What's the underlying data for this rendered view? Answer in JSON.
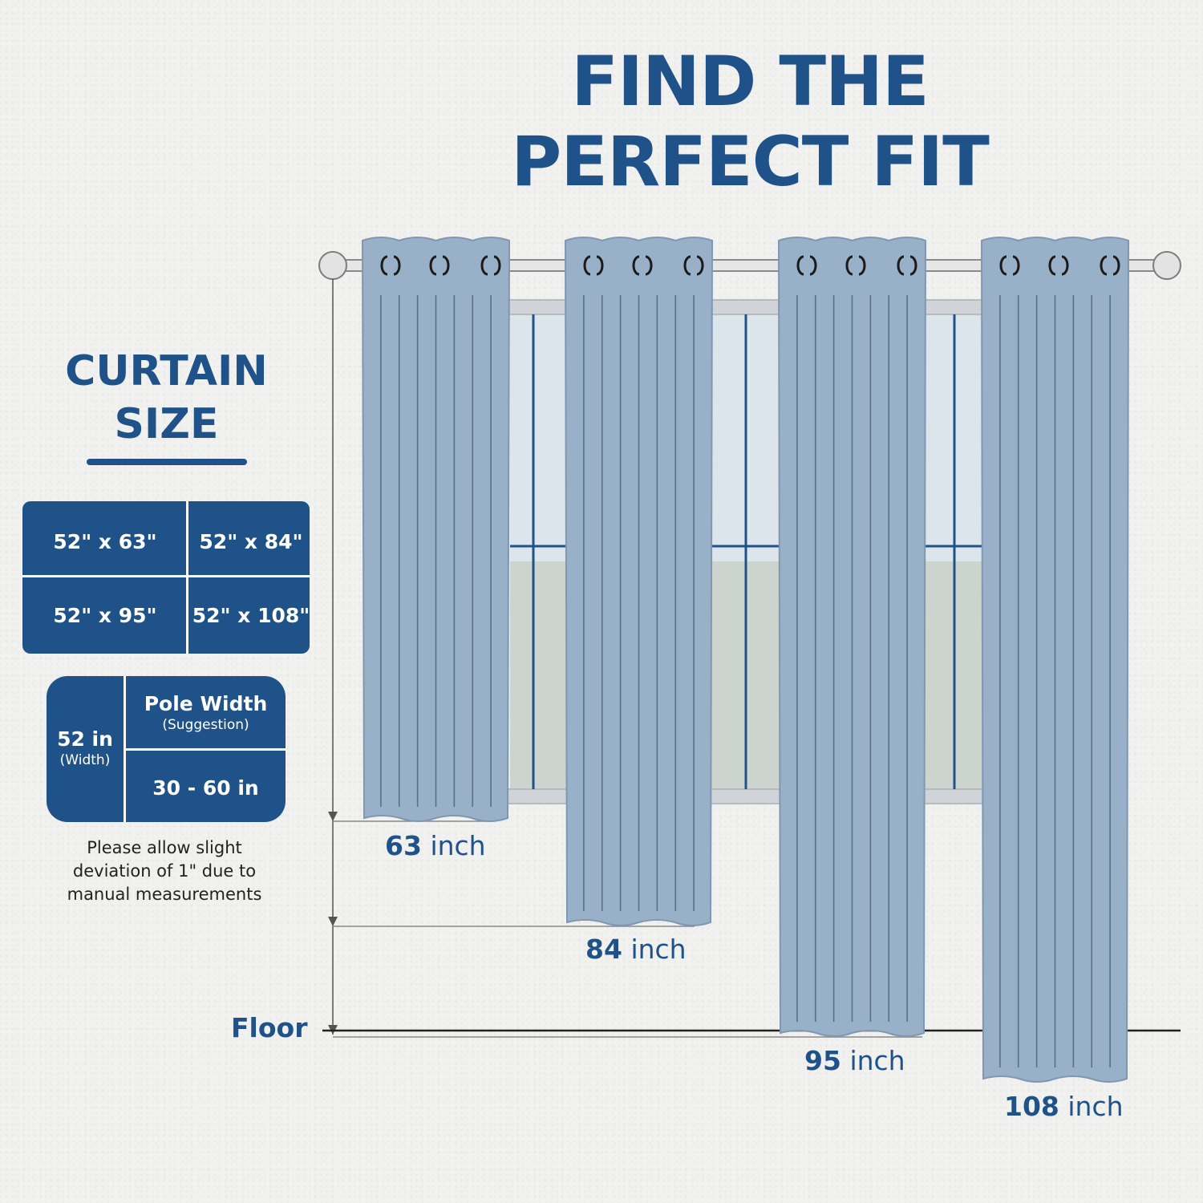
{
  "title": {
    "line1": "FIND THE",
    "line2": "PERFECT FIT"
  },
  "side": {
    "line1": "CURTAIN",
    "line2": "SIZE"
  },
  "sizes": [
    "52\" x 63\"",
    "52\" x 84\"",
    "52\" x 95\"",
    "52\" x 108\""
  ],
  "pole": {
    "width_value": "52 in",
    "width_note": "(Width)",
    "heading": "Pole Width",
    "heading_note": "(Suggestion)",
    "range": "30 - 60 in"
  },
  "note": [
    "Please allow slight",
    "deviation of 1\" due to",
    "manual measurements"
  ],
  "measurements": [
    {
      "value": "63",
      "unit": "inch"
    },
    {
      "value": "84",
      "unit": "inch"
    },
    {
      "value": "95",
      "unit": "inch"
    },
    {
      "value": "108",
      "unit": "inch"
    }
  ],
  "floor_label": "Floor",
  "colors": {
    "brand": "#1f5288",
    "curtain": "#98b0c8",
    "curtain_line": "#5b6f86",
    "background": "#f1f1ef"
  }
}
